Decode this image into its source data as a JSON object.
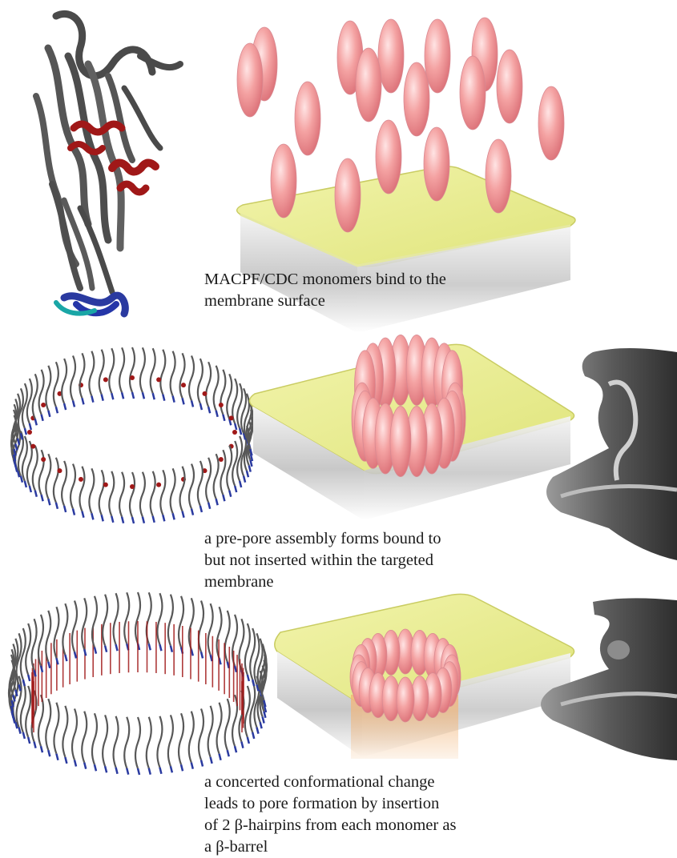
{
  "figure": {
    "panels": [
      {
        "id": "monomer-binding",
        "caption_lines": [
          "MACPF/CDC monomers bind to the",
          "membrane surface"
        ]
      },
      {
        "id": "pre-pore",
        "caption_lines": [
          "a pre-pore assembly forms bound to",
          "but not inserted within the targeted",
          "membrane"
        ]
      },
      {
        "id": "pore",
        "caption_lines": [
          "a concerted conformational change",
          "leads to pore formation by insertion",
          "of 2 β-hairpins from each monomer as",
          "a β-barrel"
        ]
      }
    ]
  },
  "colors": {
    "membrane_top": "#eef19a",
    "membrane_side": "#d6d6d6",
    "monomer": "#f4a0a0",
    "monomer_highlight": "#ffe6e6",
    "protein_backbone": "#4a4a4a",
    "helix_red": "#a01818",
    "hairpin_blue": "#2a3aa0",
    "hairpin_teal": "#1aa6a6",
    "em_density": "#6e6e6e",
    "barrel_orange": "#f2b67a"
  },
  "icons": [
    "protein-ribbon",
    "membrane-slab",
    "monomer-ellipsoid",
    "pore-ring",
    "em-density-map"
  ]
}
